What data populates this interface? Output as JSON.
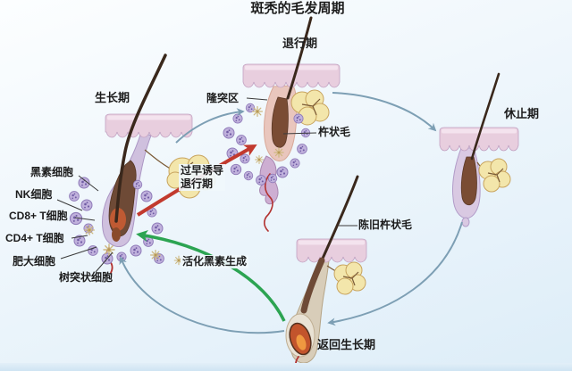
{
  "title": "斑秃的毛发周期",
  "stage_labels": {
    "anagen": "生长期",
    "catagen": "退行期",
    "telogen": "休止期",
    "return_anagen": "返回生长期"
  },
  "annotations": {
    "bulge_area": "隆突区",
    "club_hair": "杵状毛",
    "old_club_hair": "陈旧杵状毛",
    "premature_catagen_line1": "过早诱导",
    "premature_catagen_line2": "退行期",
    "activated_melanogenesis": "活化黑素生成"
  },
  "cell_labels": {
    "melanocyte": "黑素细胞",
    "nk_cell": "NK细胞",
    "cd8_t_cell": "CD8+ T细胞",
    "cd4_t_cell": "CD4+ T细胞",
    "mast_cell": "肥大细胞",
    "dendritic_cell": "树突状细胞"
  },
  "colors": {
    "cycle_arrow": "#7d9fb4",
    "inhibit_arrow_red": "#c23a2e",
    "promote_arrow_green": "#2ca452",
    "skin": "#e8cede",
    "sebaceous_gland": "#f3e6ab",
    "hair_shaft": "#3a281c",
    "immune_cell": "#c0b1dc",
    "background_top": "#fcfeff",
    "background_bottom": "#ddedf8"
  }
}
